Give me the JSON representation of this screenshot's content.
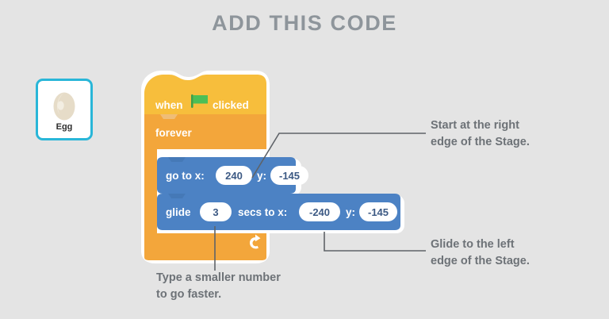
{
  "header": {
    "title": "ADD THIS CODE"
  },
  "sprite": {
    "name": "Egg",
    "icon": "egg-image",
    "border_color": "#29b6d8"
  },
  "colors": {
    "background": "#e4e4e4",
    "events_block": "#f7be3c",
    "control_block": "#f3a63b",
    "motion_block": "#4c82c4",
    "input_fill": "#ffffff",
    "title_text": "#8e959b",
    "note_text": "#6d7277",
    "flag_green": "#4cbf56"
  },
  "script": {
    "blocks": [
      {
        "id": "when-flag-clicked",
        "type": "hat",
        "category": "events",
        "label_before": "when",
        "icon": "green-flag-icon",
        "label_after": "clicked"
      },
      {
        "id": "forever",
        "type": "c-block",
        "category": "control",
        "label": "forever",
        "loop_icon": "loop-arrow-icon"
      },
      {
        "id": "go-to-xy",
        "type": "stack",
        "category": "motion",
        "label_x": "go to x:",
        "value_x": "240",
        "label_y": "y:",
        "value_y": "-145"
      },
      {
        "id": "glide-secs-to-xy",
        "type": "stack",
        "category": "motion",
        "label_secs": "glide",
        "value_secs": "3",
        "label_to_x": "secs to x:",
        "value_x": "-240",
        "label_y": "y:",
        "value_y": "-145"
      }
    ]
  },
  "notes": [
    {
      "id": "note-start-right-edge",
      "line1": "Start at the right",
      "line2": "edge of the Stage.",
      "points_to": "go-to-xy.value_x"
    },
    {
      "id": "note-glide-left-edge",
      "line1": "Glide to the left",
      "line2": "edge of the Stage.",
      "points_to": "glide-secs-to-xy.value_x"
    },
    {
      "id": "note-type-smaller-number",
      "line1": "Type a smaller number",
      "line2": "to go faster.",
      "points_to": "glide-secs-to-xy.value_secs"
    }
  ]
}
